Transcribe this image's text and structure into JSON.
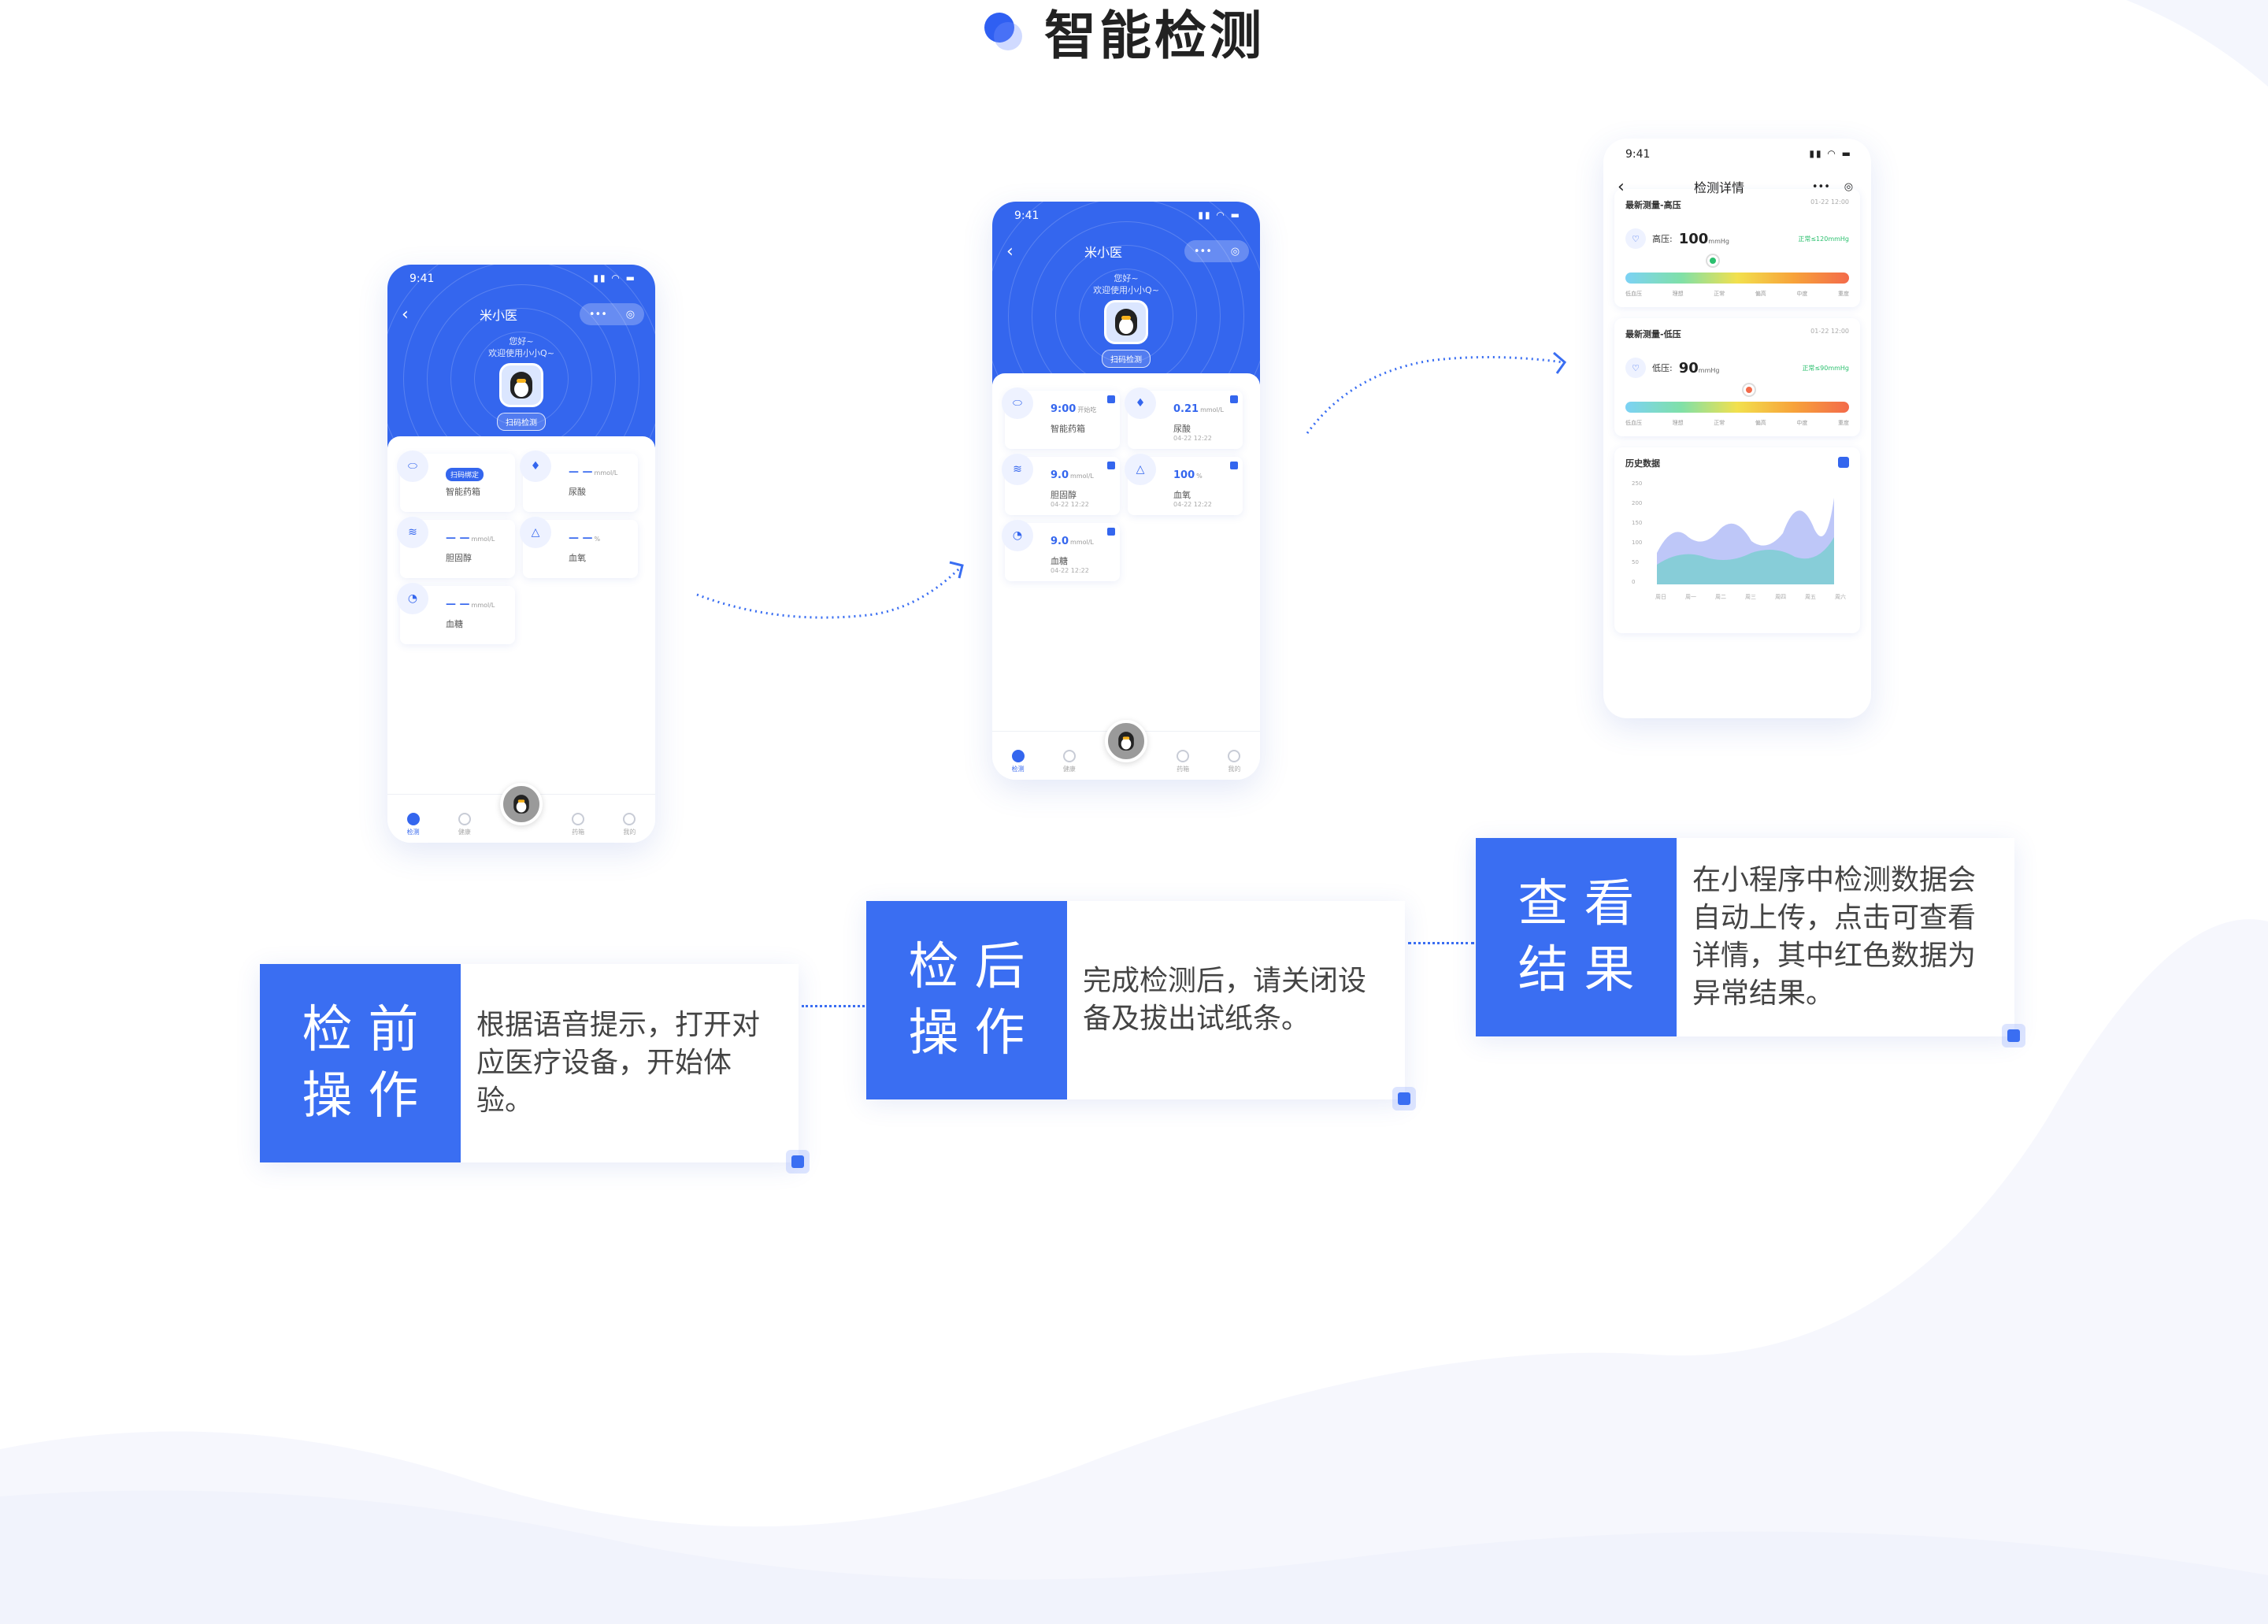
{
  "section": {
    "title": "智能检测"
  },
  "phone1": {
    "time": "9:41",
    "nav_title": "米小医",
    "greeting": "您好~\n欢迎使用小小Q~",
    "scan_button": "扫码检测",
    "cards": [
      {
        "icon": "pill-icon",
        "pill": "扫码绑定",
        "name": "智能药箱"
      },
      {
        "icon": "drop-icon",
        "value": "— —",
        "unit": "mmol/L",
        "name": "尿酸"
      },
      {
        "icon": "lungs-icon",
        "value": "— —",
        "unit": "mmol/L",
        "name": "胆固醇"
      },
      {
        "icon": "oxygen-icon",
        "value": "— —",
        "unit": "%",
        "name": "血氧"
      },
      {
        "icon": "sugar-icon",
        "value": "— —",
        "unit": "mmol/L",
        "name": "血糖"
      }
    ],
    "tabs": [
      "检测",
      "健康",
      "",
      "药箱",
      "我的"
    ]
  },
  "phone2": {
    "time": "9:41",
    "nav_title": "米小医",
    "greeting": "您好~\n欢迎使用小小Q~",
    "scan_button": "扫码检测",
    "cards": [
      {
        "icon": "pill-icon",
        "value": "9:00",
        "unit": "开始吃",
        "name": "智能药箱",
        "date": ""
      },
      {
        "icon": "drop-icon",
        "value": "0.21",
        "unit": "mmol/L",
        "name": "尿酸",
        "date": "04-22  12:22"
      },
      {
        "icon": "lungs-icon",
        "value": "9.0",
        "unit": "mmol/L",
        "name": "胆固醇",
        "date": "04-22  12:22"
      },
      {
        "icon": "oxygen-icon",
        "value": "100",
        "unit": "%",
        "name": "血氧",
        "date": "04-22  12:22"
      },
      {
        "icon": "sugar-icon",
        "value": "9.0",
        "unit": "mmol/L",
        "name": "血糖",
        "date": "04-22  12:22"
      }
    ],
    "tabs": [
      "检测",
      "健康",
      "",
      "药箱",
      "我的"
    ]
  },
  "phone3": {
    "time": "9:41",
    "nav_title": "检测详情",
    "high": {
      "title": "最新测量-高压",
      "date": "01-22  12:00",
      "label": "高压:",
      "value": "100",
      "unit": "mmHg",
      "ref": "正常≤120mmHg"
    },
    "low": {
      "title": "最新测量-低压",
      "date": "01-22  12:00",
      "label": "低压:",
      "value": "90",
      "unit": "mmHg",
      "ref": "正常≤90mmHg"
    },
    "scale": [
      "低血压",
      "理想",
      "正常",
      "偏高",
      "中度",
      "重度"
    ],
    "history_title": "历史数据",
    "y_ticks": [
      "250",
      "200",
      "150",
      "100",
      "50",
      "0"
    ],
    "x_ticks": [
      "周日",
      "周一",
      "周二",
      "周三",
      "周四",
      "周五",
      "周六"
    ]
  },
  "steps": [
    {
      "label": "检前\n操作",
      "desc": "根据语音提示，打开对应医疗设备，开始体验。"
    },
    {
      "label": "检后\n操作",
      "desc": "完成检测后，请关闭设备及拔出试纸条。"
    },
    {
      "label": "查看\n结果",
      "desc": "在小程序中检测数据会自动上传，点击可查看详情，其中红色数据为异常结果。"
    }
  ],
  "colors": {
    "brand": "#3466ee",
    "step_label": "#3a6ef2"
  }
}
